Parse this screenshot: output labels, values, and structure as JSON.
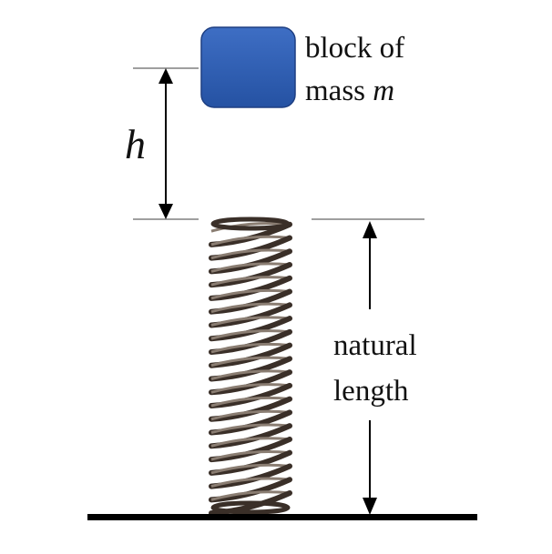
{
  "diagram": {
    "height_symbol": "h",
    "block_label_line1": "block of",
    "block_label_line2_text": "mass ",
    "block_label_line2_symbol": "m",
    "spring_label_line1": "natural",
    "spring_label_line2": "length",
    "colors": {
      "block_fill": "#2f5fb3",
      "block_edge": "#1c3f80",
      "spring_coil": "#3a2f28",
      "ground": "#000000",
      "guide_lines": "#555555",
      "arrows": "#000000"
    }
  }
}
